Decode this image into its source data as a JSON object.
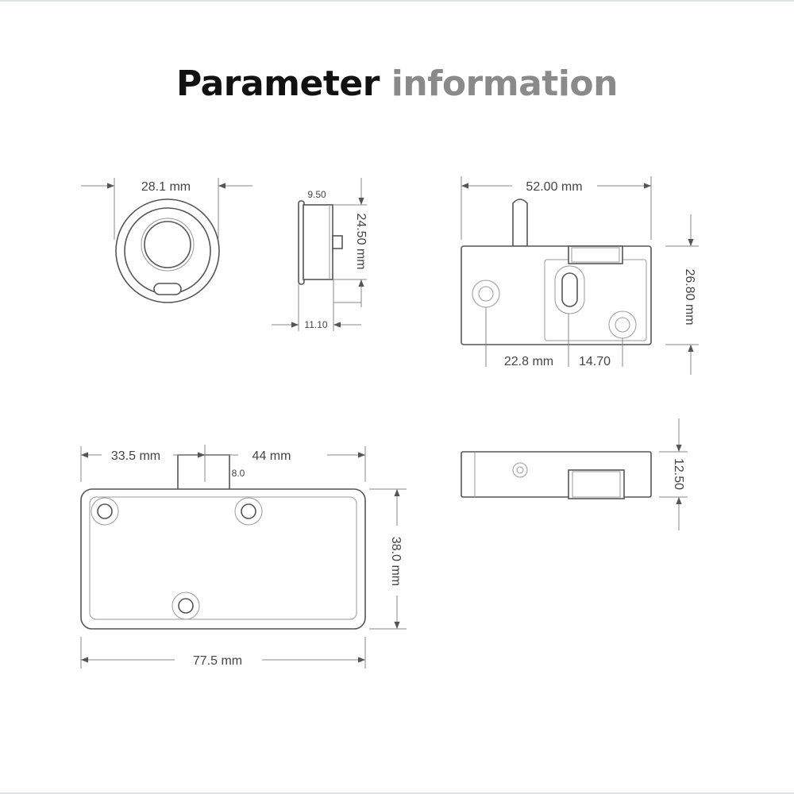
{
  "title": {
    "part1": "Parameter",
    "part2": "information"
  },
  "front_view": {
    "diameter": "28.1 mm"
  },
  "side_view": {
    "flange": "9.50",
    "height": "24.50 mm",
    "depth": "11.10"
  },
  "top_view": {
    "width": "52.00 mm",
    "height": "26.80 mm",
    "hole_spacing_1": "22.8 mm",
    "hole_spacing_2": "14.70"
  },
  "thin_side_view": {
    "thickness": "12.50"
  },
  "base_view": {
    "left_offset": "33.5 mm",
    "right_offset": "44 mm",
    "tab_width": "8.0",
    "height": "38.0 mm",
    "width": "77.5 mm"
  },
  "colors": {
    "title_dark": "#111111",
    "title_gray": "#8a8a8a"
  }
}
